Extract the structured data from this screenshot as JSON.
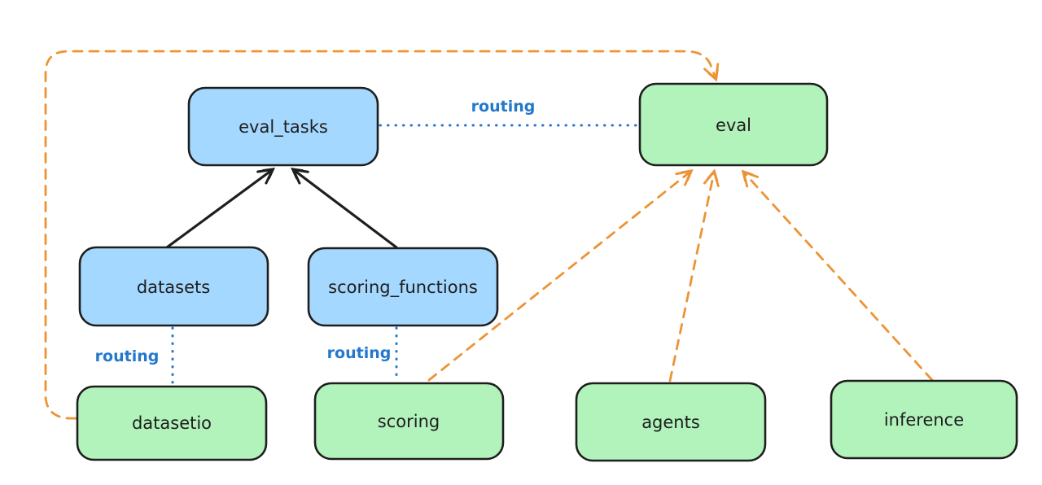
{
  "diagram": {
    "type": "architecture-diagram",
    "style": "hand-drawn",
    "colors": {
      "background": "#ffffff",
      "box_blue_fill": "#a5d8ff",
      "box_green_fill": "#b2f2bb",
      "box_stroke": "#1e1e1e",
      "text": "#1e1e1e",
      "routing_blue": "#2478cc",
      "orange": "#ec9435",
      "black_arrow": "#1e1e1e"
    },
    "nodes": {
      "eval_tasks": {
        "label": "eval_tasks",
        "fill": "blue"
      },
      "eval": {
        "label": "eval",
        "fill": "green"
      },
      "datasets": {
        "label": "datasets",
        "fill": "blue"
      },
      "scoring_functions": {
        "label": "scoring_functions",
        "fill": "blue"
      },
      "datasetio": {
        "label": "datasetio",
        "fill": "green"
      },
      "scoring": {
        "label": "scoring",
        "fill": "green"
      },
      "agents": {
        "label": "agents",
        "fill": "green"
      },
      "inference": {
        "label": "inference",
        "fill": "green"
      }
    },
    "connections": [
      {
        "from": "datasets",
        "to": "eval_tasks",
        "type": "solid-arrow",
        "color": "black",
        "label": ""
      },
      {
        "from": "scoring_functions",
        "to": "eval_tasks",
        "type": "solid-arrow",
        "color": "black",
        "label": ""
      },
      {
        "from": "eval_tasks",
        "to": "eval",
        "type": "dotted-line",
        "color": "blue",
        "label": "routing"
      },
      {
        "from": "datasets",
        "to": "datasetio",
        "type": "dotted-line",
        "color": "blue",
        "label": "routing"
      },
      {
        "from": "scoring_functions",
        "to": "scoring",
        "type": "dotted-line",
        "color": "blue",
        "label": "routing"
      },
      {
        "from": "datasetio",
        "to": "eval",
        "type": "dashed-arrow",
        "color": "orange",
        "label": ""
      },
      {
        "from": "scoring",
        "to": "eval",
        "type": "dashed-arrow",
        "color": "orange",
        "label": ""
      },
      {
        "from": "agents",
        "to": "eval",
        "type": "dashed-arrow",
        "color": "orange",
        "label": ""
      },
      {
        "from": "inference",
        "to": "eval",
        "type": "dashed-arrow",
        "color": "orange",
        "label": ""
      }
    ]
  }
}
